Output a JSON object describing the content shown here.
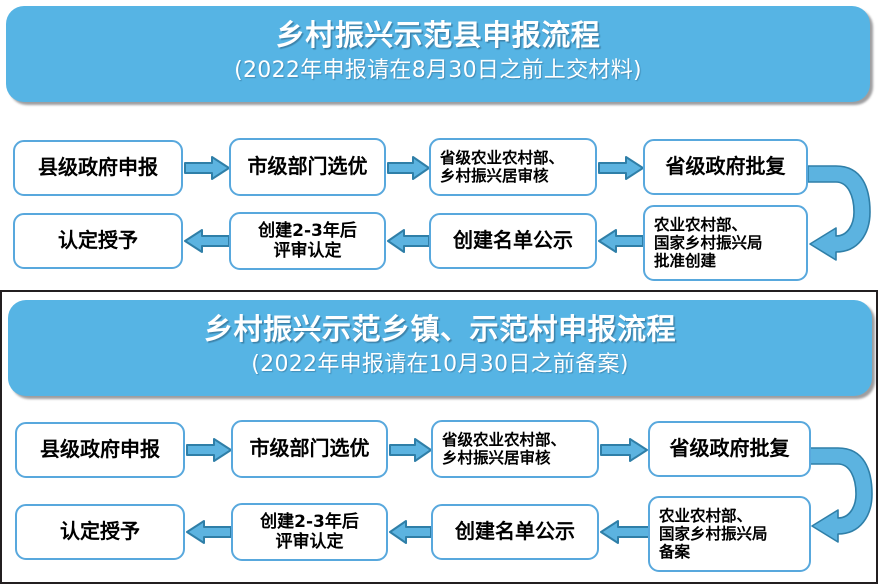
{
  "colors": {
    "banner_bg": "#56b4e4",
    "box_border": "#58a8dd",
    "arrow_fill": "#5cb3e0",
    "arrow_stroke": "#2f7fa8",
    "box_bg": "#ffffff",
    "text": "#000000",
    "frame": "#231f20"
  },
  "sections": [
    {
      "id": "county",
      "banner": {
        "title": "乡村振兴示范县申报流程",
        "subtitle": "(2022年申报请在8月30日之前上交材料)"
      },
      "row1": [
        {
          "label": "县级政府申报",
          "lines": [
            "县级政府申报"
          ]
        },
        {
          "label": "市级部门选优",
          "lines": [
            "市级部门选优"
          ]
        },
        {
          "label": "省级农业农村部、乡村振兴居审核",
          "lines": [
            "省级农业农村部、",
            "乡村振兴居审核"
          ]
        },
        {
          "label": "省级政府批复",
          "lines": [
            "省级政府批复"
          ]
        }
      ],
      "row2": [
        {
          "label": "认定授予",
          "lines": [
            "认定授予"
          ]
        },
        {
          "label": "创建2-3年后评审认定",
          "lines": [
            "创建2-3年后",
            "评审认定"
          ]
        },
        {
          "label": "创建名单公示",
          "lines": [
            "创建名单公示"
          ]
        },
        {
          "label": "农业农村部、国家乡村振兴局批准创建",
          "lines": [
            "农业农村部、",
            "国家乡村振兴局",
            "批准创建"
          ]
        }
      ],
      "connector": "curved-down-left-arrow"
    },
    {
      "id": "town",
      "banner": {
        "title": "乡村振兴示范乡镇、示范村申报流程",
        "subtitle": "(2022年申报请在10月30日之前备案)"
      },
      "row1": [
        {
          "label": "县级政府申报",
          "lines": [
            "县级政府申报"
          ]
        },
        {
          "label": "市级部门选优",
          "lines": [
            "市级部门选优"
          ]
        },
        {
          "label": "省级农业农村部、乡村振兴居审核",
          "lines": [
            "省级农业农村部、",
            "乡村振兴居审核"
          ]
        },
        {
          "label": "省级政府批复",
          "lines": [
            "省级政府批复"
          ]
        }
      ],
      "row2": [
        {
          "label": "认定授予",
          "lines": [
            "认定授予"
          ]
        },
        {
          "label": "创建2-3年后评审认定",
          "lines": [
            "创建2-3年后",
            "评审认定"
          ]
        },
        {
          "label": "创建名单公示",
          "lines": [
            "创建名单公示"
          ]
        },
        {
          "label": "农业农村部、国家乡村振兴局备案",
          "lines": [
            "农业农村部、",
            "国家乡村振兴局",
            "备案"
          ]
        }
      ],
      "connector": "curved-down-left-arrow"
    }
  ]
}
